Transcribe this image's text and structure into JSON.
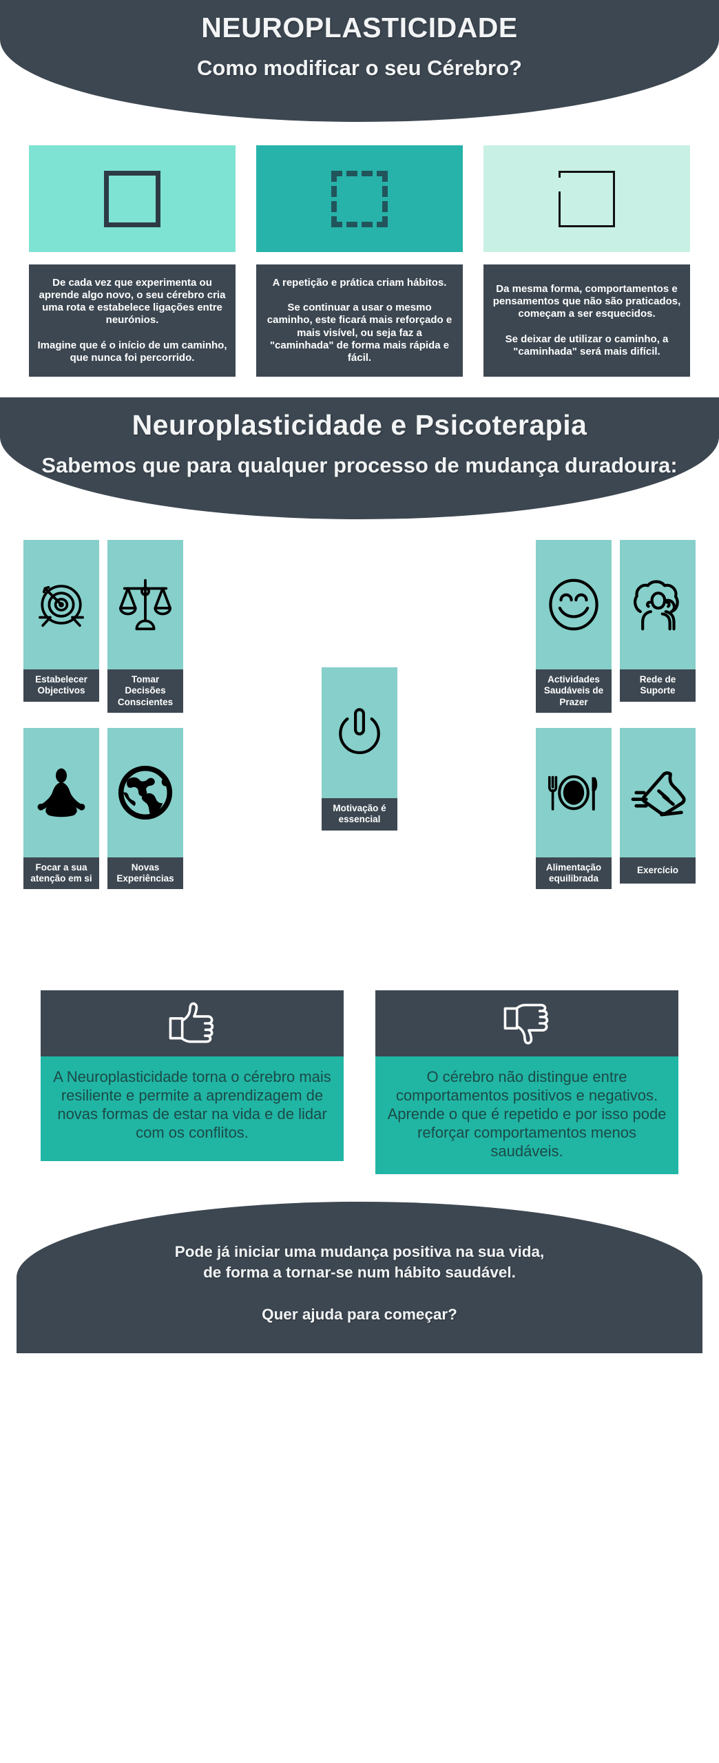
{
  "colors": {
    "dark": "#3d4751",
    "mint_bright": "#7ee3d2",
    "teal_mid": "#27b3a9",
    "mint_pale": "#c9f0e4",
    "tile_teal": "#86cfca",
    "card_teal": "#21b5a4",
    "card_text": "#1b4b47",
    "white": "#ffffff"
  },
  "header": {
    "title": "NEUROPLASTICIDADE",
    "subtitle": "Como modificar o seu Cérebro?"
  },
  "stages": [
    {
      "icon": "solid-square-icon",
      "bg": "#7ee3d2",
      "text": "De cada vez que experimenta ou aprende algo novo, o seu cérebro cria uma rota e estabelece ligações entre neurónios.\n\nImagine que é o início de um caminho, que nunca foi percorrido."
    },
    {
      "icon": "dashed-square-icon",
      "bg": "#27b3a9",
      "text": "A repetição e prática criam hábitos.\n\nSe continuar a usar o mesmo caminho, este ficará mais reforçado e mais visível, ou seja faz a \"caminhada\" de forma mais rápida e fácil."
    },
    {
      "icon": "broken-square-icon",
      "bg": "#c9f0e4",
      "text": "Da mesma forma, comportamentos e pensamentos que não são praticados, começam a ser esquecidos.\n\nSe deixar de utilizar o caminho, a \"caminhada\" será mais difícil."
    }
  ],
  "section2": {
    "title": "Neuroplasticidade e Psicoterapia",
    "subtitle": "Sabemos que para qualquer processo de mudança duradoura:"
  },
  "tiles_left": [
    {
      "icon": "target-icon",
      "label": "Estabelecer\nObjectivos"
    },
    {
      "icon": "scales-icon",
      "label": "Tomar\nDecisões\nConscientes"
    },
    {
      "icon": "meditation-icon",
      "label": "Focar a sua\natenção em si"
    },
    {
      "icon": "globe-icon",
      "label": "Novas\nExperiências"
    }
  ],
  "tiles_right": [
    {
      "icon": "smiley-icon",
      "label": "Actividades\nSaudáveis de\nPrazer"
    },
    {
      "icon": "people-icon",
      "label": "Rede de\nSuporte"
    },
    {
      "icon": "plate-icon",
      "label": "Alimentação\nequilibrada"
    },
    {
      "icon": "sneaker-icon",
      "label": "Exercício"
    }
  ],
  "tile_center": {
    "icon": "power-button-icon",
    "label": "Motivação é\nessencial"
  },
  "thumbs": [
    {
      "icon": "thumbs-up-icon",
      "text": "A Neuroplasticidade torna o cérebro mais resiliente e permite a aprendizagem de novas formas de estar na vida e de lidar com os conflitos."
    },
    {
      "icon": "thumbs-down-icon",
      "text": "O cérebro não distingue entre comportamentos positivos e negativos. Aprende o que é repetido e por isso pode reforçar comportamentos menos saudáveis."
    }
  ],
  "footer": {
    "main": "Pode já iniciar uma mudança positiva na sua vida,\nde forma a tornar-se num hábito saudável.",
    "cta": "Quer ajuda para começar?"
  }
}
